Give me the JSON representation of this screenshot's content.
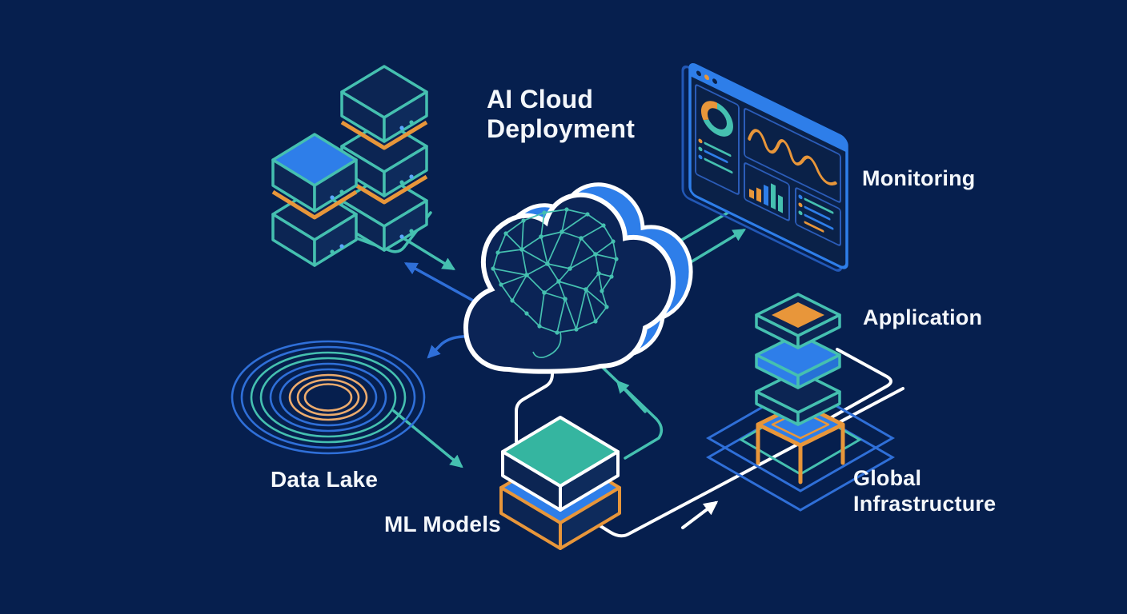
{
  "title": "AI Cloud Deployment",
  "labels": {
    "monitoring": "Monitoring",
    "application": "Application",
    "data_lake": "Data Lake",
    "ml_models": "ML Models",
    "global_infrastructure": "Global Infrastructure"
  },
  "icons": [
    "server-stack-icon",
    "ai-cloud-icon",
    "neural-brain-icon",
    "monitoring-dashboard-icon",
    "data-lake-icon",
    "ml-models-icon",
    "application-stack-icon",
    "global-infrastructure-icon"
  ],
  "colors": {
    "background": "#061f4e",
    "accent_blue": "#2e7ee9",
    "line_blue": "#2f6fd8",
    "teal": "#45c0b0",
    "orange": "#e8963a",
    "white": "#ffffff",
    "panel_navy": "#0c2553"
  }
}
